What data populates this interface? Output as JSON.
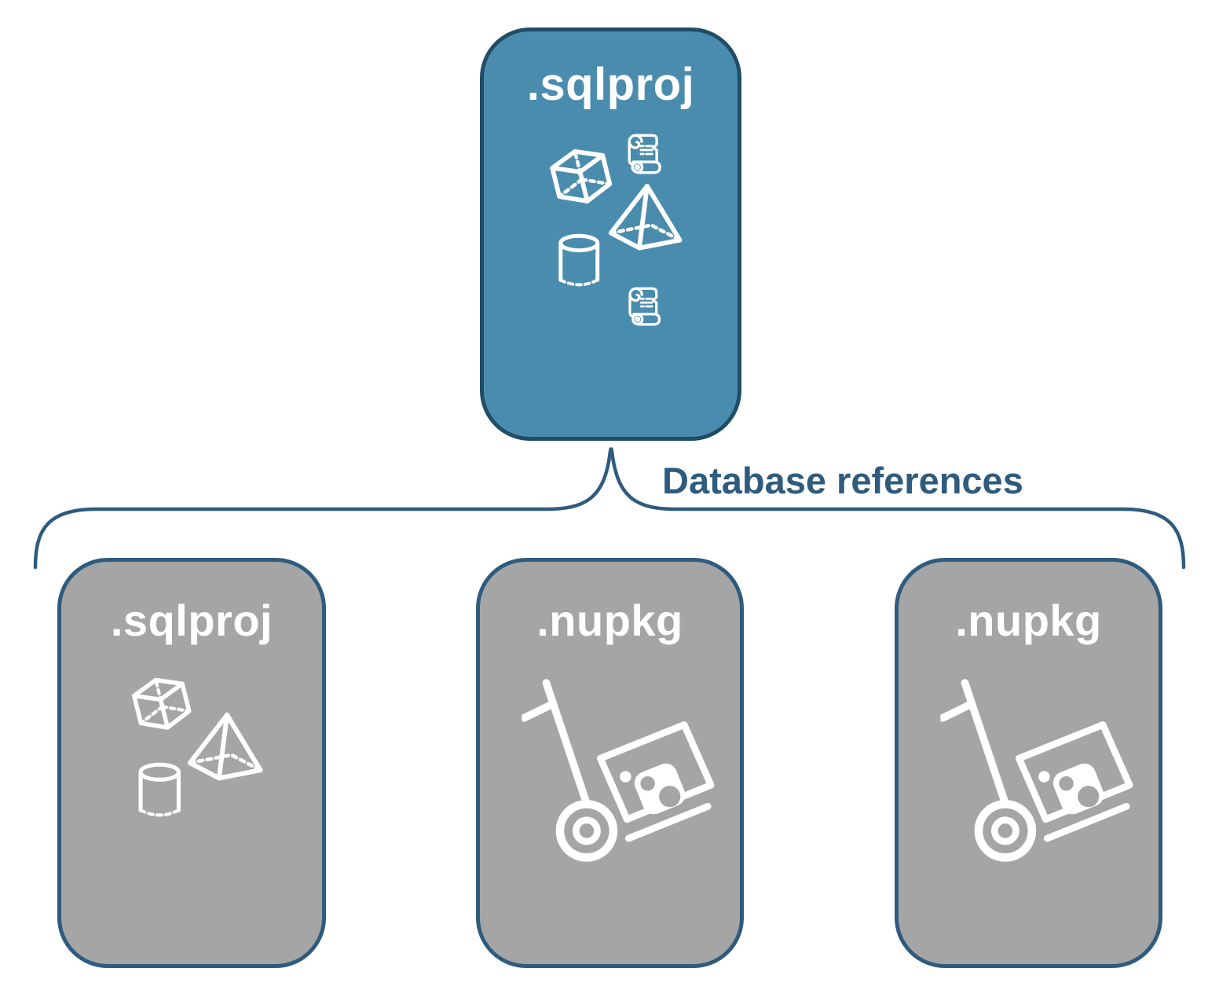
{
  "diagram": {
    "main_card": {
      "label": ".sqlproj",
      "icons": [
        "sql-script-icon",
        "cube-icon",
        "pyramid-icon",
        "database-cylinder-icon",
        "sql-script-icon"
      ]
    },
    "connector": {
      "label": "Database references"
    },
    "reference_cards": [
      {
        "label": ".sqlproj",
        "icons": [
          "cube-icon",
          "pyramid-icon",
          "database-cylinder-icon"
        ]
      },
      {
        "label": ".nupkg",
        "icons": [
          "package-dolly-icon"
        ]
      },
      {
        "label": ".nupkg",
        "icons": [
          "package-dolly-icon"
        ]
      }
    ],
    "colors": {
      "card_blue": "#4A8CAE",
      "card_gray": "#A5A5A5",
      "border_dark_blue": "#1F4D66",
      "line_blue": "#2E5B7E",
      "icon_white": "#FFFFFF"
    }
  }
}
